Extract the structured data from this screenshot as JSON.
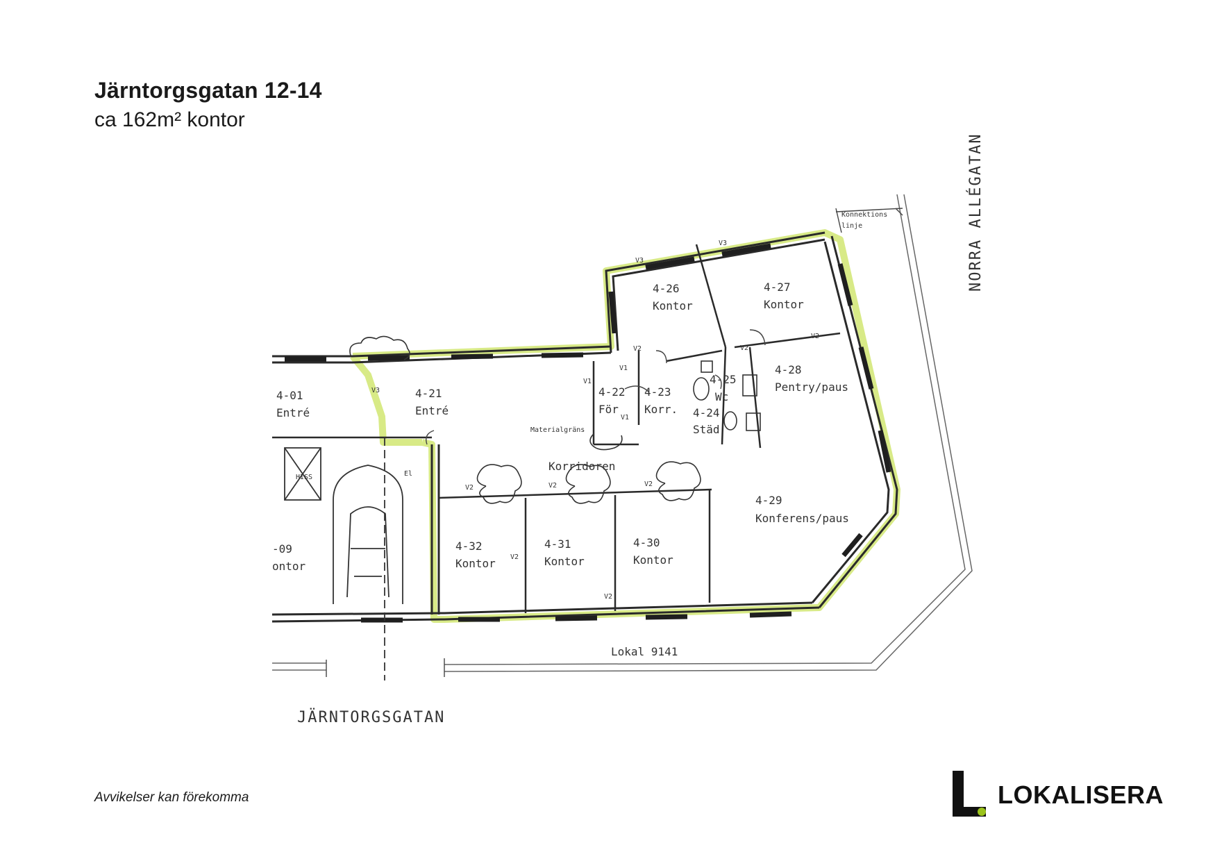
{
  "header": {
    "title": "Järntorgsgatan 12-14",
    "subtitle": "ca 162m² kontor"
  },
  "footer": {
    "disclaimer": "Avvikelser kan förekomma"
  },
  "logo": {
    "text": "LOKALISERA",
    "accent_color": "#9bc31c"
  },
  "plan": {
    "highlight_color": "#d4e87a",
    "streets": {
      "south": "JÄRNTORGSGATAN",
      "east": "NORRA ALLÉGATAN"
    },
    "labels": {
      "lokal": "Lokal 9141",
      "korridor": "Korridoren",
      "materialgrans": "Materialgräns",
      "konnektion_1": "Konnektions",
      "konnektion_2": "linje",
      "hiss": "HISS",
      "el": "El"
    },
    "rooms": [
      {
        "id": "4-01",
        "name": "Entré"
      },
      {
        "id": "4-21",
        "name": "Entré"
      },
      {
        "id": "4-22",
        "name": "För"
      },
      {
        "id": "4-23",
        "name": "Korr."
      },
      {
        "id": "4-24",
        "name": "Städ"
      },
      {
        "id": "4-25",
        "name": "Wc"
      },
      {
        "id": "4-26",
        "name": "Kontor"
      },
      {
        "id": "4-27",
        "name": "Kontor"
      },
      {
        "id": "4-28",
        "name": "Pentry/paus"
      },
      {
        "id": "4-29",
        "name": "Konferens/paus"
      },
      {
        "id": "4-30",
        "name": "Kontor"
      },
      {
        "id": "4-31",
        "name": "Kontor"
      },
      {
        "id": "4-32",
        "name": "Kontor"
      },
      {
        "id": "-09",
        "name": "ontor"
      }
    ],
    "tags": {
      "v1": "V1",
      "v2": "V2",
      "v3": "V3"
    }
  }
}
